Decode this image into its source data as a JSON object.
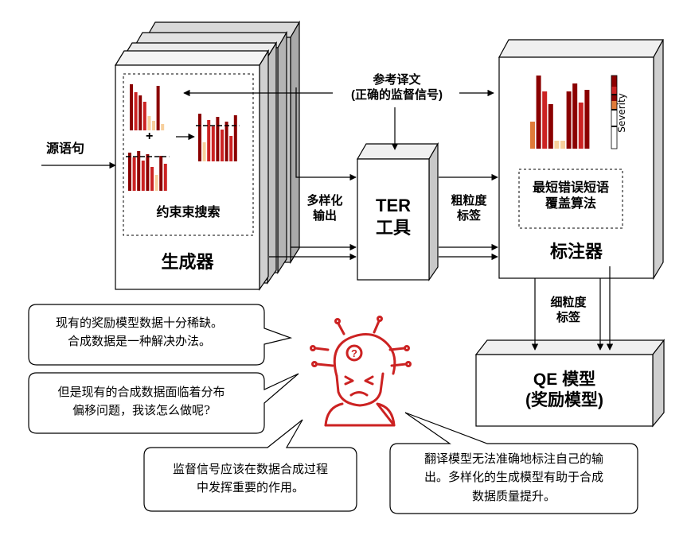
{
  "colors": {
    "bar_dark": "#8b0000",
    "bar_red": "#cc2222",
    "bar_orange": "#e07b39",
    "bar_peach": "#f7cf9c",
    "box_fill": "#ffffff",
    "box_depth": "#e3e3e3",
    "stack_shade": "#c9c9c9",
    "robot_red": "#cc2222",
    "line": "#000000"
  },
  "icons": [
    "right-arrow-icon",
    "left-arrow-icon",
    "down-arrow-icon",
    "plus-icon",
    "confused-robot-icon",
    "speech-bubble-icon"
  ],
  "generator": {
    "title": "生成器",
    "inner_label": "约束束搜索",
    "plus": "+"
  },
  "source_sentence": "源语句",
  "reference": {
    "line1": "参考译文",
    "line2": "(正确的监督信号)"
  },
  "diverse_output": {
    "line1": "多样化",
    "line2": "输出"
  },
  "ter_tool": {
    "line1": "TER",
    "line2": "工具"
  },
  "coarse_labels": {
    "line1": "粗粒度",
    "line2": "标签"
  },
  "annotator": {
    "title": "标注器",
    "algo_line1": "最短错误短语",
    "algo_line2": "覆盖算法",
    "severity_label": "Severity"
  },
  "fine_labels": {
    "line1": "细粒度",
    "line2": "标签"
  },
  "qe_model": {
    "line1": "QE 模型",
    "line2": "(奖励模型)"
  },
  "bubbles": {
    "b1": [
      "现有的奖励模型数据十分稀缺。",
      "合成数据是一种解决办法。"
    ],
    "b2": [
      "但是现有的合成数据面临着分布",
      "偏移问题，我该怎么做呢?"
    ],
    "b3": [
      "监督信号应该在数据合成过程",
      "中发挥重要的作用。"
    ],
    "b4": [
      "翻译模型无法准确地标注自己的输",
      "出。多样化的生成模型有助于合成",
      "数据质量提升。"
    ]
  }
}
